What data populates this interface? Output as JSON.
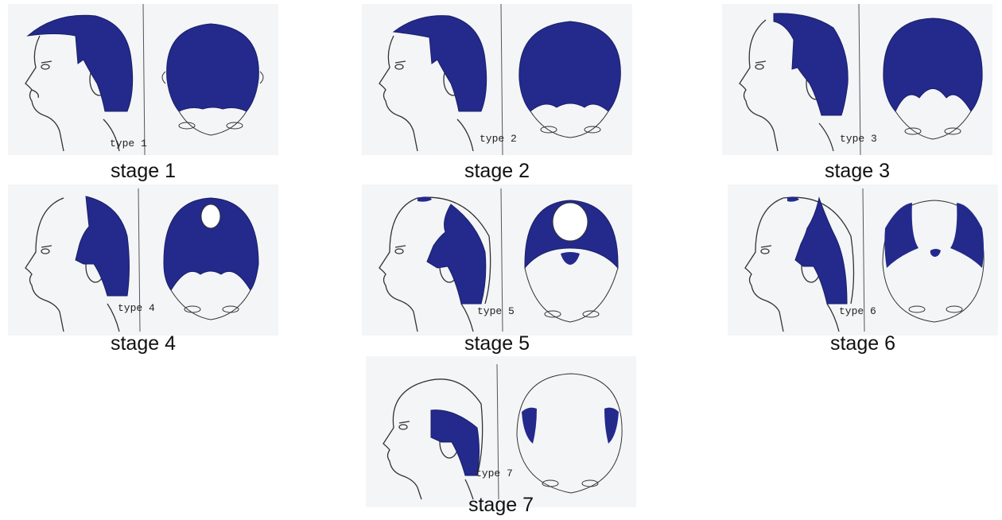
{
  "colors": {
    "hair": "#232a8c",
    "ink": "#333333",
    "paper": "#f4f5f7"
  },
  "stages": [
    {
      "type_label": "type 1",
      "caption": "stage 1",
      "side": "full",
      "top": "full"
    },
    {
      "type_label": "type 2",
      "caption": "stage 2",
      "side": "slight-recession",
      "top": "full-wide"
    },
    {
      "type_label": "type 3",
      "caption": "stage 3",
      "side": "recession",
      "top": "m-shape"
    },
    {
      "type_label": "type 4",
      "caption": "stage 4",
      "side": "deep-recession",
      "top": "m-shape-crown-spot"
    },
    {
      "type_label": "type 5",
      "caption": "stage 5",
      "side": "band",
      "top": "bridge-crown"
    },
    {
      "type_label": "type 6",
      "caption": "stage 6",
      "side": "sparse-band",
      "top": "sides-only"
    },
    {
      "type_label": "type 7",
      "caption": "stage 7",
      "side": "horseshoe",
      "top": "temples-only"
    }
  ]
}
